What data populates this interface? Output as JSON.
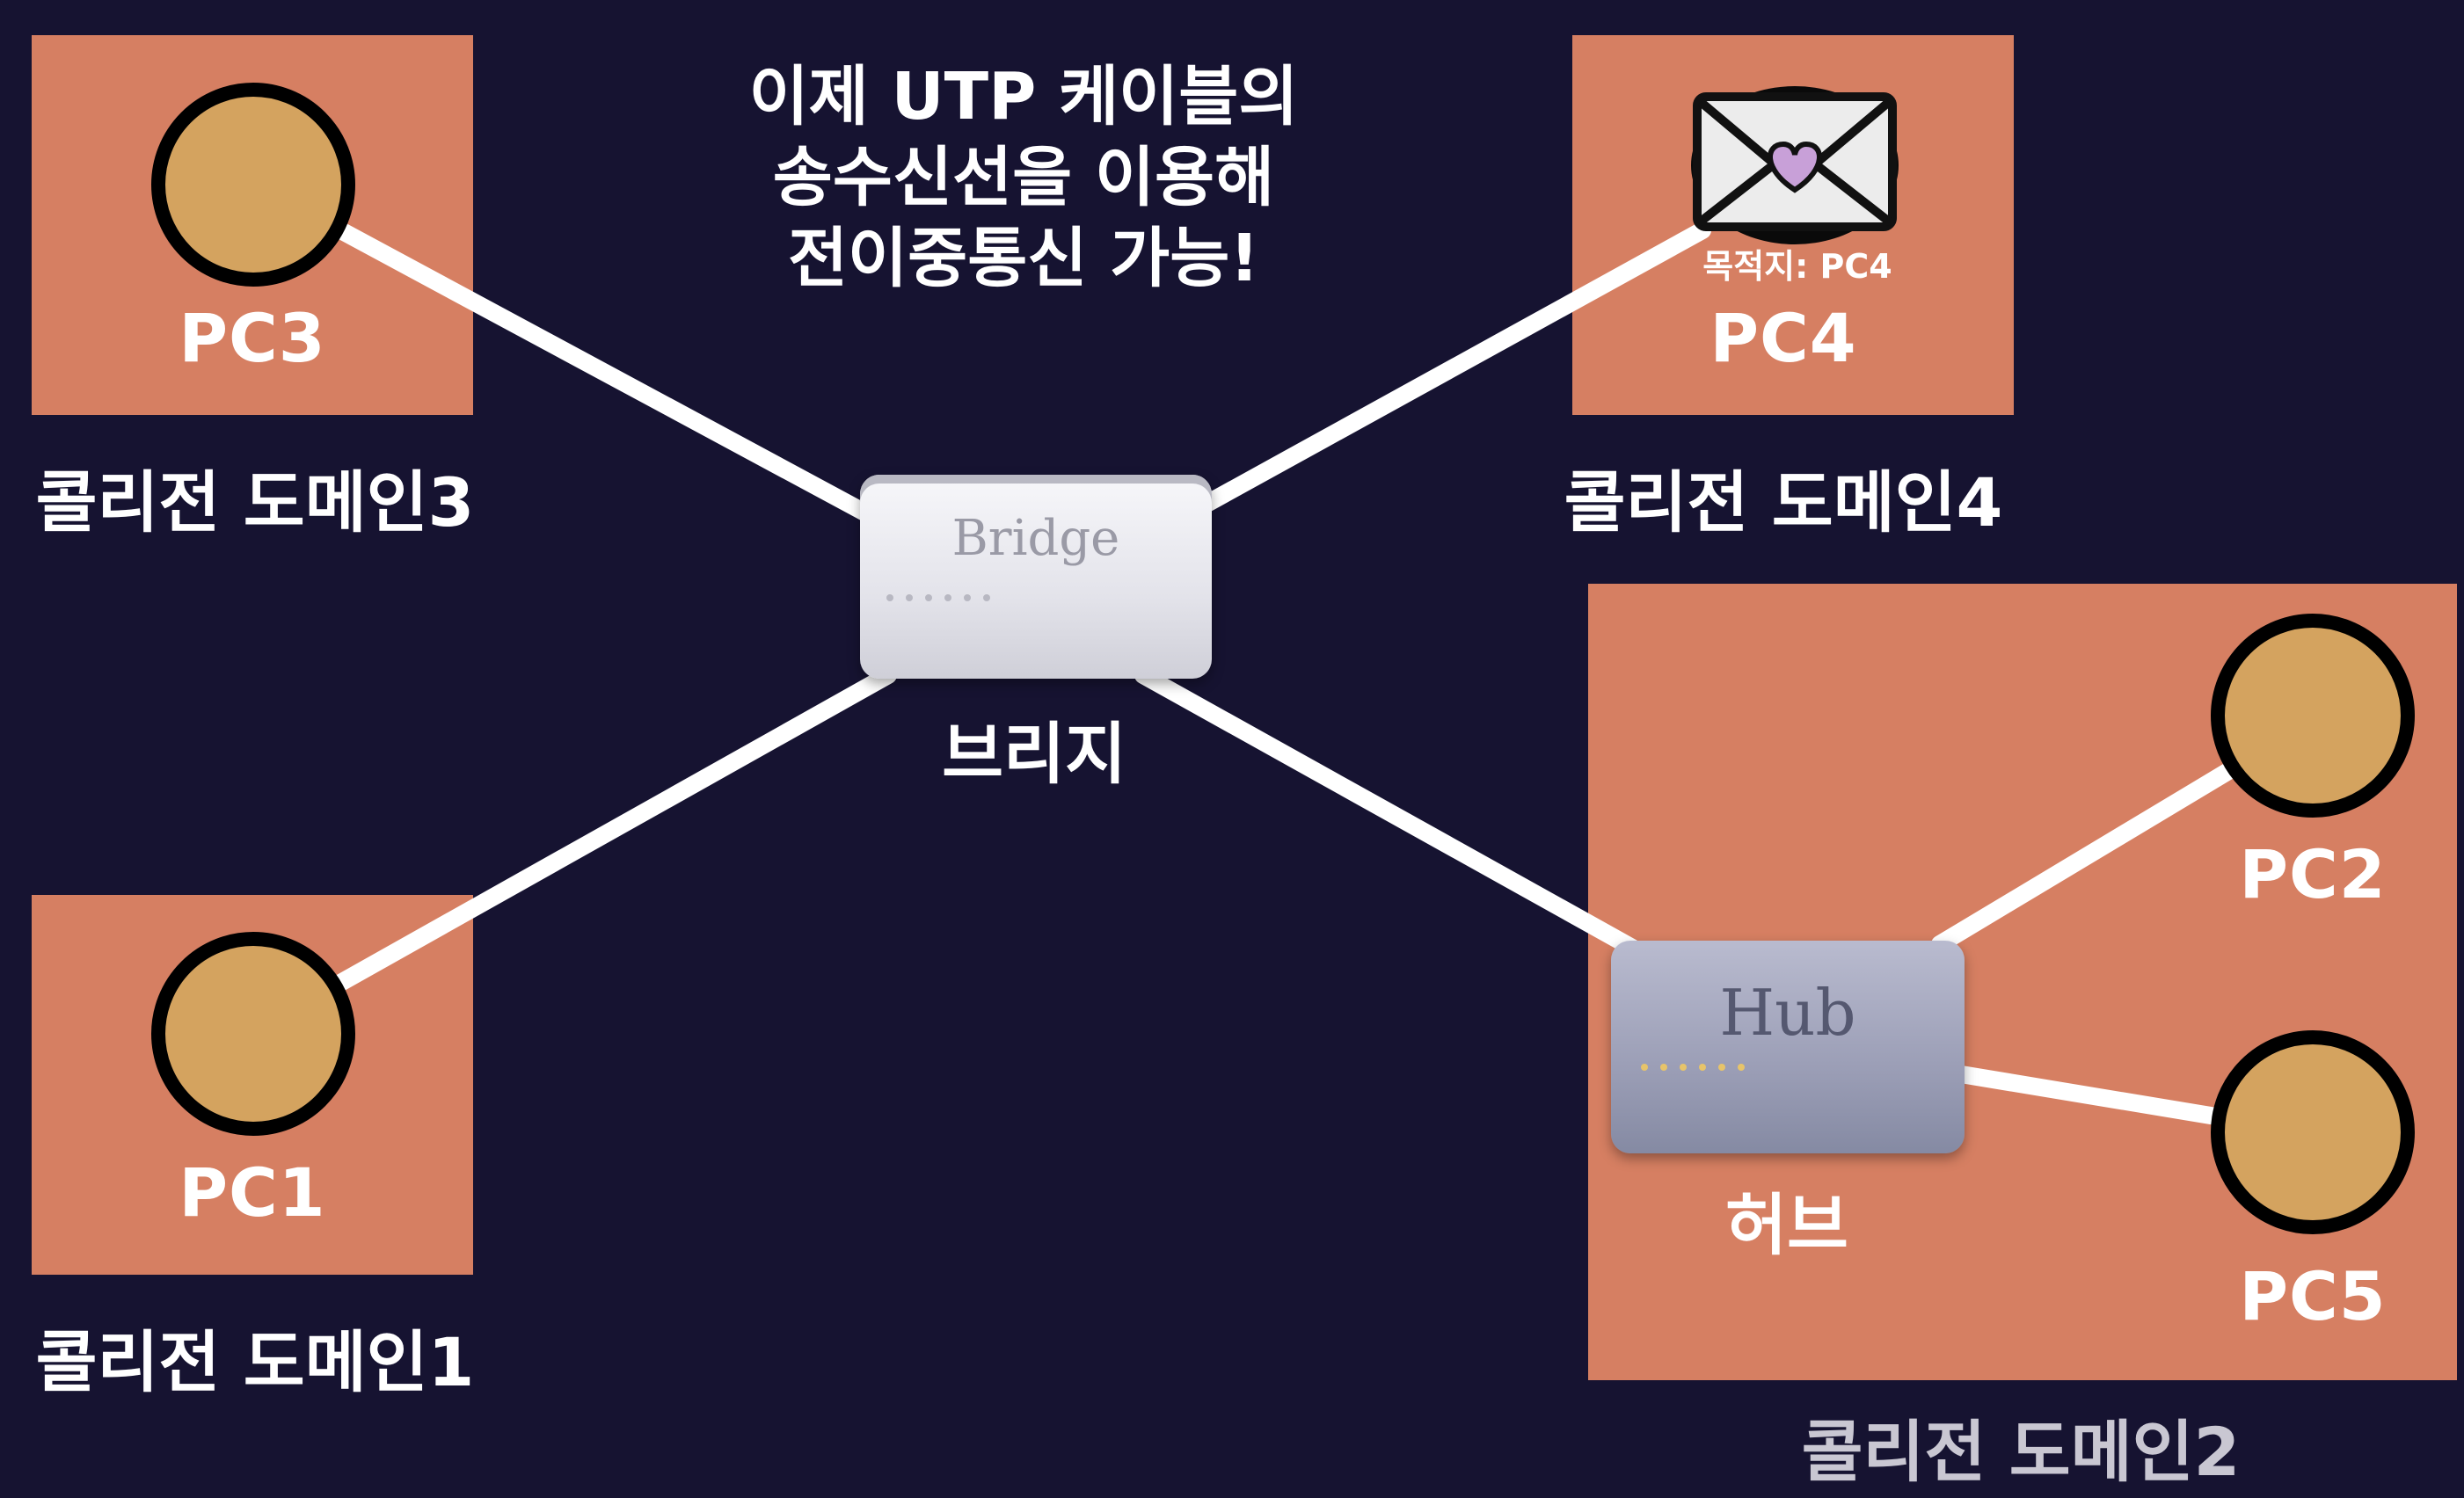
{
  "headline": {
    "line1": "이제 UTP 케이블의",
    "line2": "송수신선을 이용해",
    "line3": "전이중통신 가능!"
  },
  "domains": [
    {
      "pc": "PC3",
      "label": "콜리전 도메인3"
    },
    {
      "pc": "PC4",
      "label": "콜리전 도메인4"
    },
    {
      "pc": "PC1",
      "label": "콜리전 도메인1"
    },
    {
      "pcs": [
        "PC2",
        "PC5"
      ],
      "label": "콜리전 도메인2"
    }
  ],
  "bridge": {
    "brand": "Bridge",
    "label": "브리지"
  },
  "hub": {
    "brand": "Hub",
    "label": "허브"
  },
  "frame": {
    "destination": "목적지: PC4",
    "icon": "envelope-heart-icon"
  },
  "colors": {
    "background": "#161331",
    "domain": "#d67f62",
    "pc_node": "#d4a35f",
    "cable": "#ffffff",
    "heart": "#c8a0d8"
  }
}
